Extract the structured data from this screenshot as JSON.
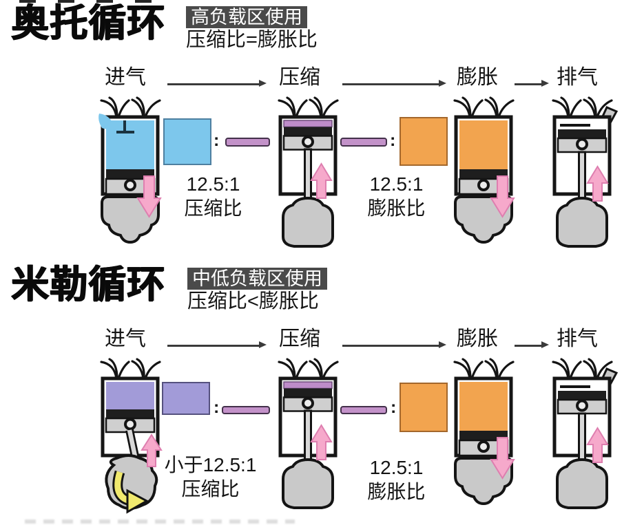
{
  "sections": [
    {
      "title": "奥托循环",
      "badge": "高负载区使用",
      "formula": "压缩比=膨胀比",
      "stages": [
        "进气",
        "压缩",
        "膨胀",
        "排气"
      ],
      "compression_ratio": {
        "value": "12.5:1",
        "label": "压缩比"
      },
      "expansion_ratio": {
        "value": "12.5:1",
        "label": "膨胀比"
      },
      "separator": ":"
    },
    {
      "title": "米勒循环",
      "badge": "中低负载区使用",
      "formula": "压缩比<膨胀比",
      "stages": [
        "进气",
        "压缩",
        "膨胀",
        "排气"
      ],
      "compression_ratio": {
        "value": "小于12.5:1",
        "label": "压缩比"
      },
      "expansion_ratio": {
        "value": "12.5:1",
        "label": "膨胀比"
      },
      "separator": ":"
    }
  ],
  "colors": {
    "intake_gas_otto": "#7dc7ec",
    "intake_gas_miller": "#a29bd8",
    "expansion_gas": "#f2a44f",
    "compressed_gas": "#be8cc9",
    "ratio_bar": "#c392c9",
    "arrow_pink": "#f6a9cb",
    "arrow_yellow": "#f0e96e",
    "badge_bg": "#4a4a4a",
    "metal_gray": "#c9c9c9"
  }
}
